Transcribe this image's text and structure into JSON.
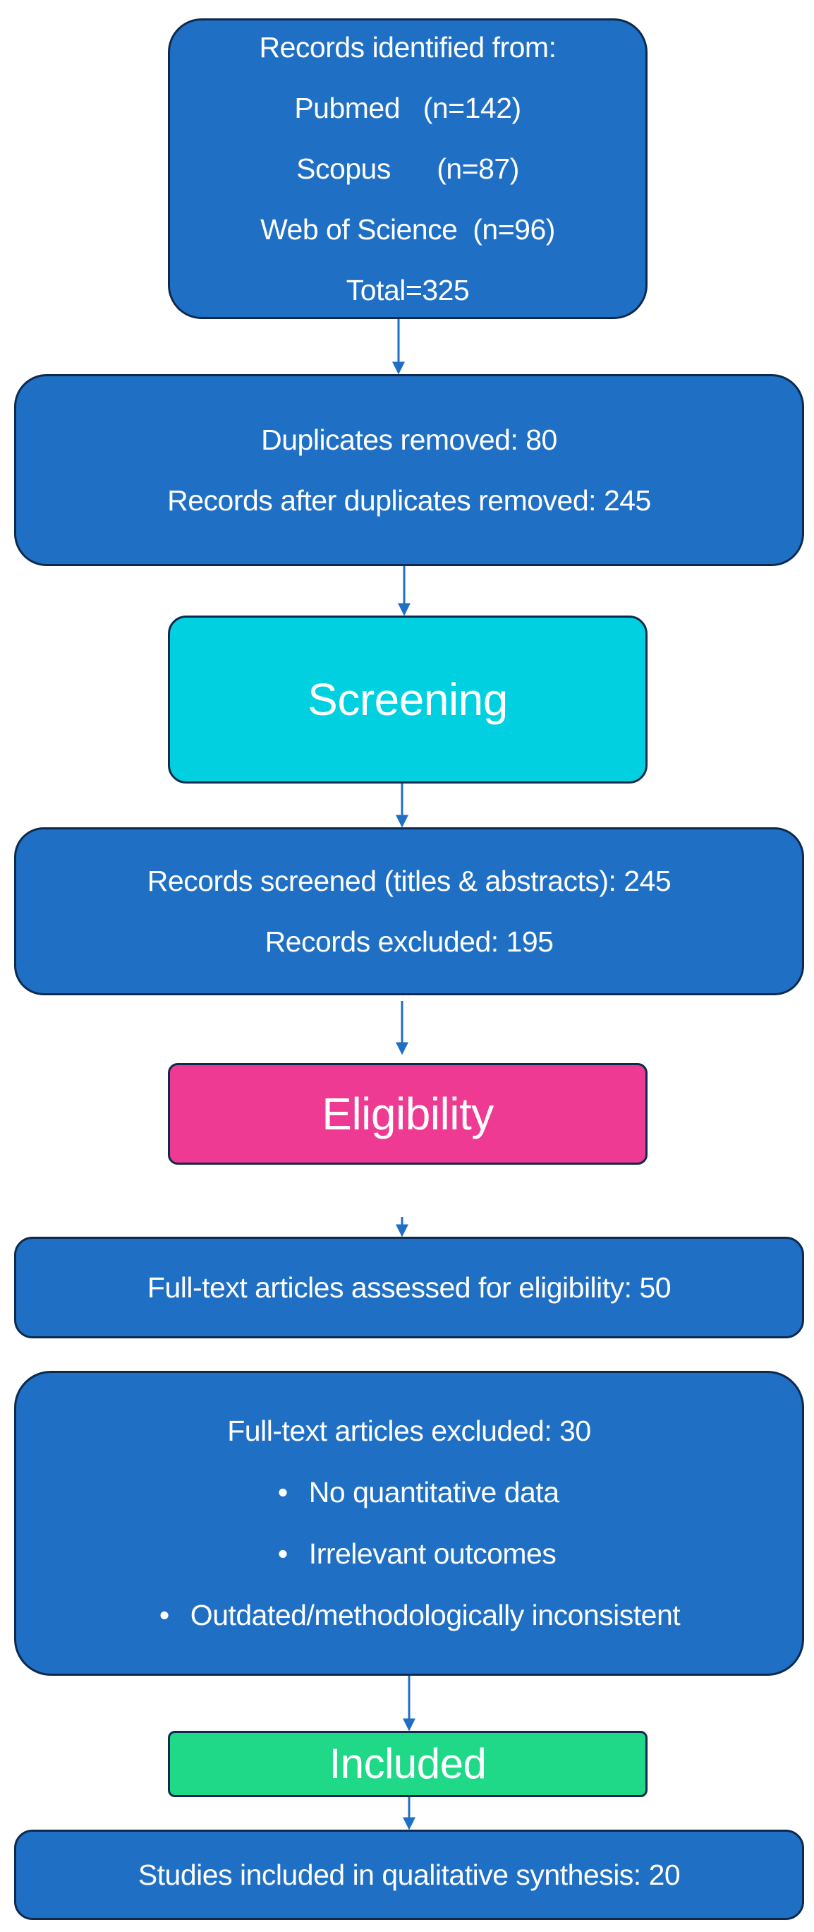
{
  "records_identified": {
    "title": "Records identified from:",
    "sources": [
      {
        "name": "Pubmed",
        "count": "(n=142)"
      },
      {
        "name": "Scopus",
        "count": "(n=87)"
      },
      {
        "name": "Web of Science",
        "count": "(n=96)"
      }
    ],
    "total": "Total=325"
  },
  "duplicates": {
    "removed": "Duplicates removed: 80",
    "after": "Records after duplicates removed: 245"
  },
  "stages": {
    "screening": "Screening",
    "eligibility": "Eligibility",
    "included": "Included"
  },
  "screened": {
    "screened": "Records screened (titles & abstracts): 245",
    "excluded": "Records excluded: 195"
  },
  "assessed": "Full-text articles assessed for eligibility: 50",
  "excluded_fulltext": {
    "title": "Full-text articles excluded: 30",
    "bullet_symbol": "•",
    "reasons": [
      "No quantitative data",
      "Irrelevant outcomes",
      "Outdated/methodologically inconsistent"
    ]
  },
  "final": "Studies included in qualitative synthesis: 20",
  "colors": {
    "box_blue": "#1f6fc5",
    "screening": "#00d0e0",
    "eligibility": "#ee3a92",
    "included": "#1fd888",
    "border": "#0d2a4e",
    "arrow": "#1f6fc5"
  }
}
